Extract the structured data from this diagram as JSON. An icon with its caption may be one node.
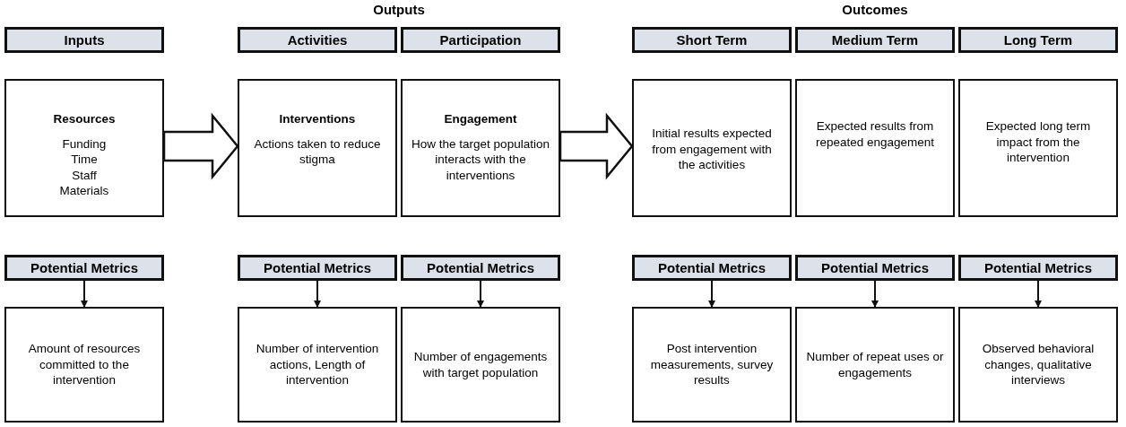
{
  "diagram": {
    "nodes": [
      {
        "text": [
          "Inputs"
        ]
      },
      {
        "text": [
          "Resources",
          "Funding",
          "Time",
          "Staff",
          "Materials"
        ]
      },
      {
        "text": [
          "Activities"
        ]
      },
      {
        "text": [
          "Interventions",
          "Actions taken to reduce stigma"
        ]
      },
      {
        "text": [
          "Participation"
        ]
      },
      {
        "text": [
          "Engagement",
          "How the target population interacts with the interventions"
        ]
      },
      {
        "text": [
          "Short Term"
        ]
      },
      {
        "text": [
          "Initial results expected from engagement with the activities"
        ]
      },
      {
        "text": [
          "Medium Term"
        ]
      },
      {
        "text": [
          "Expected results from repeated engagement"
        ]
      },
      {
        "text": [
          "Long Term"
        ]
      },
      {
        "text": [
          "Expected long term impact from the intervention"
        ]
      },
      {
        "text": [
          "Potential Metrics"
        ]
      },
      {
        "text": [
          "Amount of resources committed to the intervention"
        ]
      },
      {
        "text": [
          "Potential Metrics"
        ]
      },
      {
        "text": [
          "Number of intervention actions, Length of intervention"
        ]
      },
      {
        "text": [
          "Potential Metrics"
        ]
      },
      {
        "text": [
          "Number of engagements with target population"
        ]
      },
      {
        "text": [
          "Potential Metrics"
        ]
      },
      {
        "text": [
          "Post intervention measurements, survey results"
        ]
      },
      {
        "text": [
          "Potential Metrics"
        ]
      },
      {
        "text": [
          "Number of repeat uses or engagements"
        ]
      },
      {
        "text": [
          "Potential Metrics"
        ]
      },
      {
        "text": [
          "Observed behavioral changes, qualitative interviews"
        ]
      }
    ],
    "edges": [
      {
        "from": 1,
        "to": 3,
        "arrow": "to",
        "style": "thick"
      },
      {
        "from": 5,
        "to": 7,
        "arrow": "to",
        "style": "thick"
      },
      {
        "from": 12,
        "to": 13,
        "arrow": "to"
      },
      {
        "from": 14,
        "to": 15,
        "arrow": "to"
      },
      {
        "from": 16,
        "to": 17,
        "arrow": "to"
      },
      {
        "from": 18,
        "to": 19,
        "arrow": "to"
      },
      {
        "from": 20,
        "to": 21,
        "arrow": "to"
      },
      {
        "from": 22,
        "to": 23,
        "arrow": "to"
      }
    ],
    "labels": [
      "Outputs",
      "Outcomes"
    ]
  }
}
